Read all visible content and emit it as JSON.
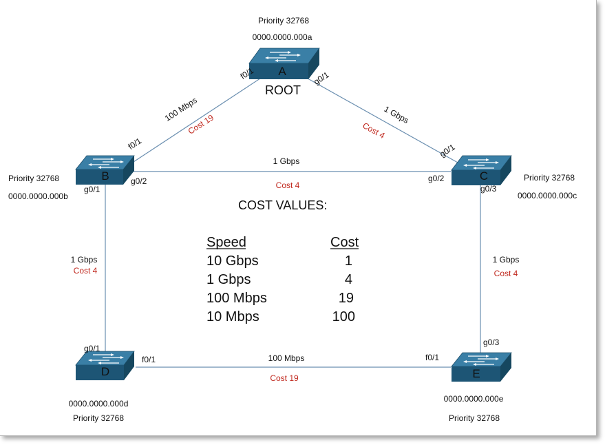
{
  "switches": {
    "a": {
      "letter": "A",
      "priority": "Priority 32768",
      "mac": "0000.0000.000a",
      "role": "ROOT"
    },
    "b": {
      "letter": "B",
      "priority": "Priority 32768",
      "mac": "0000.0000.000b"
    },
    "c": {
      "letter": "C",
      "priority": "Priority 32768",
      "mac": "0000.0000.000c"
    },
    "d": {
      "letter": "D",
      "priority": "Priority 32768",
      "mac": "0000.0000.000d"
    },
    "e": {
      "letter": "E",
      "priority": "Priority 32768",
      "mac": "0000.0000.000e"
    }
  },
  "links": {
    "ab": {
      "speed": "100 Mbps",
      "cost": "Cost 19",
      "port_a": "f0/1",
      "port_b": "f0/1"
    },
    "ac": {
      "speed": "1 Gbps",
      "cost": "Cost 4",
      "port_a": "g0/1",
      "port_c": "g0/1"
    },
    "bc": {
      "speed": "1 Gbps",
      "cost": "Cost 4",
      "port_b": "g0/2",
      "port_c": "g0/2"
    },
    "bd": {
      "speed": "1 Gbps",
      "cost": "Cost 4",
      "port_b": "g0/1",
      "port_d": "g0/1"
    },
    "ce": {
      "speed": "1 Gbps",
      "cost": "Cost 4",
      "port_c": "g0/3",
      "port_e": "g0/3"
    },
    "de": {
      "speed": "100 Mbps",
      "cost": "Cost 19",
      "port_d": "f0/1",
      "port_e": "f0/1"
    }
  },
  "cost_table": {
    "title": "COST VALUES:",
    "header_speed": "Speed",
    "header_cost": "Cost",
    "rows": [
      {
        "speed": "10 Gbps",
        "cost": "1"
      },
      {
        "speed": "1 Gbps",
        "cost": "4"
      },
      {
        "speed": "100 Mbps",
        "cost": "19"
      },
      {
        "speed": "10 Mbps",
        "cost": "100"
      }
    ]
  },
  "colors": {
    "switch_top": "#3a7fa6",
    "switch_front": "#1d5575",
    "switch_side": "#16475f",
    "link": "#6b8fb0",
    "cost_text": "#c0281e"
  }
}
